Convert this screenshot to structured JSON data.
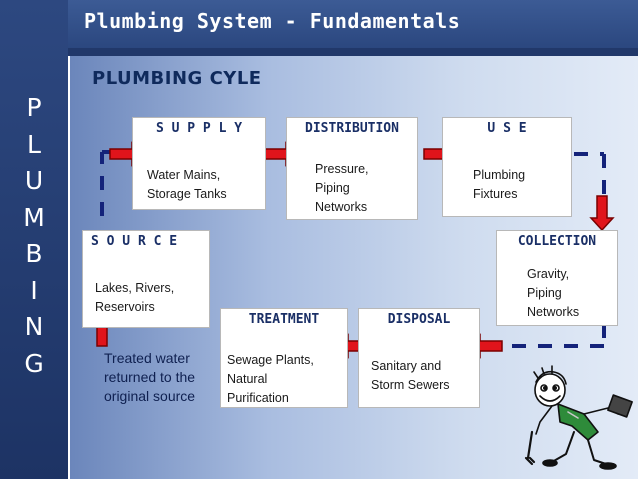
{
  "slide_title": "Plumbing System - Fundamentals",
  "side_word": [
    "P",
    "L",
    "U",
    "M",
    "B",
    "I",
    "N",
    "G"
  ],
  "heading": "PLUMBING CYLE",
  "boxes": {
    "supply": {
      "title": "S U P P L Y",
      "body": "Water Mains,\nStorage Tanks"
    },
    "distribution": {
      "title": "DISTRIBUTION",
      "body": "Pressure,\nPiping\nNetworks"
    },
    "use": {
      "title": "U S E",
      "body": "Plumbing\nFixtures"
    },
    "source": {
      "title": "S O U R C E",
      "body": "Lakes, Rivers,\nReservoirs"
    },
    "collection": {
      "title": "COLLECTION",
      "body": "Gravity,\nPiping\nNetworks"
    },
    "treatment": {
      "title": "TREATMENT",
      "body": "Sewage Plants,\nNatural\nPurification"
    },
    "disposal": {
      "title": "DISPOSAL",
      "body": "Sanitary and\nStorm Sewers"
    }
  },
  "returned_note": "Treated water\nreturned to the\noriginal source",
  "colors": {
    "arrow_red": "#e0141b",
    "dash_navy": "#14237a",
    "title_navy": "#1a2f66"
  }
}
